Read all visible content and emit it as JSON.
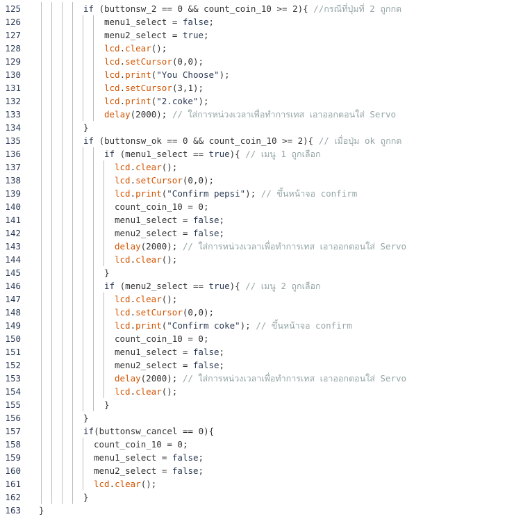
{
  "editor": {
    "lines": [
      {
        "number": "125",
        "indent": 4,
        "tokens": [
          [
            "keyword",
            "if"
          ],
          [
            "plain",
            " (buttonsw_2 == "
          ],
          [
            "num",
            "0"
          ],
          [
            "plain",
            " && count_coin_10 >= "
          ],
          [
            "num",
            "2"
          ],
          [
            "plain",
            "){ "
          ],
          [
            "comment",
            "//กรณีที่ปุ่มที่ 2 ถูกกด"
          ]
        ]
      },
      {
        "number": "126",
        "indent": 6,
        "tokens": [
          [
            "plain",
            "menu1_select = "
          ],
          [
            "const",
            "false"
          ],
          [
            "plain",
            ";"
          ]
        ]
      },
      {
        "number": "127",
        "indent": 6,
        "tokens": [
          [
            "plain",
            "menu2_select = "
          ],
          [
            "const",
            "true"
          ],
          [
            "plain",
            ";"
          ]
        ]
      },
      {
        "number": "128",
        "indent": 6,
        "tokens": [
          [
            "fn",
            "lcd"
          ],
          [
            "plain",
            "."
          ],
          [
            "fn",
            "clear"
          ],
          [
            "plain",
            "();"
          ]
        ]
      },
      {
        "number": "129",
        "indent": 6,
        "tokens": [
          [
            "fn",
            "lcd"
          ],
          [
            "plain",
            "."
          ],
          [
            "fn",
            "setCursor"
          ],
          [
            "plain",
            "("
          ],
          [
            "num",
            "0"
          ],
          [
            "plain",
            ","
          ],
          [
            "num",
            "0"
          ],
          [
            "plain",
            ");"
          ]
        ]
      },
      {
        "number": "130",
        "indent": 6,
        "tokens": [
          [
            "fn",
            "lcd"
          ],
          [
            "plain",
            "."
          ],
          [
            "fn",
            "print"
          ],
          [
            "plain",
            "("
          ],
          [
            "str",
            "\"You Choose\""
          ],
          [
            "plain",
            ");"
          ]
        ]
      },
      {
        "number": "131",
        "indent": 6,
        "tokens": [
          [
            "fn",
            "lcd"
          ],
          [
            "plain",
            "."
          ],
          [
            "fn",
            "setCursor"
          ],
          [
            "plain",
            "("
          ],
          [
            "num",
            "3"
          ],
          [
            "plain",
            ","
          ],
          [
            "num",
            "1"
          ],
          [
            "plain",
            ");"
          ]
        ]
      },
      {
        "number": "132",
        "indent": 6,
        "tokens": [
          [
            "fn",
            "lcd"
          ],
          [
            "plain",
            "."
          ],
          [
            "fn",
            "print"
          ],
          [
            "plain",
            "("
          ],
          [
            "str",
            "\"2.coke\""
          ],
          [
            "plain",
            ");"
          ]
        ]
      },
      {
        "number": "133",
        "indent": 6,
        "tokens": [
          [
            "fn",
            "delay"
          ],
          [
            "plain",
            "("
          ],
          [
            "num",
            "2000"
          ],
          [
            "plain",
            "); "
          ],
          [
            "comment",
            "// ใส่การหน่วงเวลาเพื่อทำการเทส เอาออกตอนใส่ Servo"
          ]
        ]
      },
      {
        "number": "134",
        "indent": 4,
        "tokens": [
          [
            "plain",
            "}"
          ]
        ]
      },
      {
        "number": "135",
        "indent": 4,
        "tokens": [
          [
            "keyword",
            "if"
          ],
          [
            "plain",
            " (buttonsw_ok == "
          ],
          [
            "num",
            "0"
          ],
          [
            "plain",
            " && count_coin_10 >= "
          ],
          [
            "num",
            "2"
          ],
          [
            "plain",
            "){ "
          ],
          [
            "comment",
            "// เมื่อปุ่ม ok ถูกกด"
          ]
        ]
      },
      {
        "number": "136",
        "indent": 6,
        "tokens": [
          [
            "keyword",
            "if"
          ],
          [
            "plain",
            " (menu1_select == "
          ],
          [
            "const",
            "true"
          ],
          [
            "plain",
            "){ "
          ],
          [
            "comment",
            "// เมนู 1 ถูกเลือก"
          ]
        ]
      },
      {
        "number": "137",
        "indent": 7,
        "tokens": [
          [
            "fn",
            "lcd"
          ],
          [
            "plain",
            "."
          ],
          [
            "fn",
            "clear"
          ],
          [
            "plain",
            "();"
          ]
        ]
      },
      {
        "number": "138",
        "indent": 7,
        "tokens": [
          [
            "fn",
            "lcd"
          ],
          [
            "plain",
            "."
          ],
          [
            "fn",
            "setCursor"
          ],
          [
            "plain",
            "("
          ],
          [
            "num",
            "0"
          ],
          [
            "plain",
            ","
          ],
          [
            "num",
            "0"
          ],
          [
            "plain",
            ");"
          ]
        ]
      },
      {
        "number": "139",
        "indent": 7,
        "tokens": [
          [
            "fn",
            "lcd"
          ],
          [
            "plain",
            "."
          ],
          [
            "fn",
            "print"
          ],
          [
            "plain",
            "("
          ],
          [
            "str",
            "\"Confirm pepsi\""
          ],
          [
            "plain",
            "); "
          ],
          [
            "comment",
            "// ขึ้นหน้าจอ confirm"
          ]
        ]
      },
      {
        "number": "140",
        "indent": 7,
        "tokens": [
          [
            "plain",
            "count_coin_10 = "
          ],
          [
            "num",
            "0"
          ],
          [
            "plain",
            ";"
          ]
        ]
      },
      {
        "number": "141",
        "indent": 7,
        "tokens": [
          [
            "plain",
            "menu1_select = "
          ],
          [
            "const",
            "false"
          ],
          [
            "plain",
            ";"
          ]
        ]
      },
      {
        "number": "142",
        "indent": 7,
        "tokens": [
          [
            "plain",
            "menu2_select = "
          ],
          [
            "const",
            "false"
          ],
          [
            "plain",
            ";"
          ]
        ]
      },
      {
        "number": "143",
        "indent": 7,
        "tokens": [
          [
            "fn",
            "delay"
          ],
          [
            "plain",
            "("
          ],
          [
            "num",
            "2000"
          ],
          [
            "plain",
            "); "
          ],
          [
            "comment",
            "// ใส่การหน่วงเวลาเพื่อทำการเทส เอาออกตอนใส่ Servo"
          ]
        ]
      },
      {
        "number": "144",
        "indent": 7,
        "tokens": [
          [
            "fn",
            "lcd"
          ],
          [
            "plain",
            "."
          ],
          [
            "fn",
            "clear"
          ],
          [
            "plain",
            "();"
          ]
        ]
      },
      {
        "number": "145",
        "indent": 6,
        "tokens": [
          [
            "plain",
            "}"
          ]
        ]
      },
      {
        "number": "146",
        "indent": 6,
        "tokens": [
          [
            "keyword",
            "if"
          ],
          [
            "plain",
            " (menu2_select == "
          ],
          [
            "const",
            "true"
          ],
          [
            "plain",
            "){ "
          ],
          [
            "comment",
            "// เมนู 2 ถูกเลือก"
          ]
        ]
      },
      {
        "number": "147",
        "indent": 7,
        "tokens": [
          [
            "fn",
            "lcd"
          ],
          [
            "plain",
            "."
          ],
          [
            "fn",
            "clear"
          ],
          [
            "plain",
            "();"
          ]
        ]
      },
      {
        "number": "148",
        "indent": 7,
        "tokens": [
          [
            "fn",
            "lcd"
          ],
          [
            "plain",
            "."
          ],
          [
            "fn",
            "setCursor"
          ],
          [
            "plain",
            "("
          ],
          [
            "num",
            "0"
          ],
          [
            "plain",
            ","
          ],
          [
            "num",
            "0"
          ],
          [
            "plain",
            ");"
          ]
        ]
      },
      {
        "number": "149",
        "indent": 7,
        "tokens": [
          [
            "fn",
            "lcd"
          ],
          [
            "plain",
            "."
          ],
          [
            "fn",
            "print"
          ],
          [
            "plain",
            "("
          ],
          [
            "str",
            "\"Confirm coke\""
          ],
          [
            "plain",
            "); "
          ],
          [
            "comment",
            "// ขึ้นหน้าจอ confirm"
          ]
        ]
      },
      {
        "number": "150",
        "indent": 7,
        "tokens": [
          [
            "plain",
            "count_coin_10 = "
          ],
          [
            "num",
            "0"
          ],
          [
            "plain",
            ";"
          ]
        ]
      },
      {
        "number": "151",
        "indent": 7,
        "tokens": [
          [
            "plain",
            "menu1_select = "
          ],
          [
            "const",
            "false"
          ],
          [
            "plain",
            ";"
          ]
        ]
      },
      {
        "number": "152",
        "indent": 7,
        "tokens": [
          [
            "plain",
            "menu2_select = "
          ],
          [
            "const",
            "false"
          ],
          [
            "plain",
            ";"
          ]
        ]
      },
      {
        "number": "153",
        "indent": 7,
        "tokens": [
          [
            "fn",
            "delay"
          ],
          [
            "plain",
            "("
          ],
          [
            "num",
            "2000"
          ],
          [
            "plain",
            "); "
          ],
          [
            "comment",
            "// ใส่การหน่วงเวลาเพื่อทำการเทส เอาออกตอนใส่ Servo"
          ]
        ]
      },
      {
        "number": "154",
        "indent": 7,
        "tokens": [
          [
            "fn",
            "lcd"
          ],
          [
            "plain",
            "."
          ],
          [
            "fn",
            "clear"
          ],
          [
            "plain",
            "();"
          ]
        ]
      },
      {
        "number": "155",
        "indent": 6,
        "tokens": [
          [
            "plain",
            "}"
          ]
        ]
      },
      {
        "number": "156",
        "indent": 4,
        "tokens": [
          [
            "plain",
            "}"
          ]
        ]
      },
      {
        "number": "157",
        "indent": 4,
        "tokens": [
          [
            "keyword",
            "if"
          ],
          [
            "plain",
            "(buttonsw_cancel == "
          ],
          [
            "num",
            "0"
          ],
          [
            "plain",
            "){"
          ]
        ]
      },
      {
        "number": "158",
        "indent": 5,
        "tokens": [
          [
            "plain",
            "count_coin_10 = "
          ],
          [
            "num",
            "0"
          ],
          [
            "plain",
            ";"
          ]
        ]
      },
      {
        "number": "159",
        "indent": 5,
        "tokens": [
          [
            "plain",
            "menu1_select = "
          ],
          [
            "const",
            "false"
          ],
          [
            "plain",
            ";"
          ]
        ]
      },
      {
        "number": "160",
        "indent": 5,
        "tokens": [
          [
            "plain",
            "menu2_select = "
          ],
          [
            "const",
            "false"
          ],
          [
            "plain",
            ";"
          ]
        ]
      },
      {
        "number": "161",
        "indent": 5,
        "tokens": [
          [
            "fn",
            "lcd"
          ],
          [
            "plain",
            "."
          ],
          [
            "fn",
            "clear"
          ],
          [
            "plain",
            "();"
          ]
        ]
      },
      {
        "number": "162",
        "indent": 4,
        "tokens": [
          [
            "plain",
            "}"
          ]
        ]
      },
      {
        "number": "163",
        "indent": 0,
        "tokens": [
          [
            "plain",
            "}"
          ]
        ]
      }
    ]
  }
}
